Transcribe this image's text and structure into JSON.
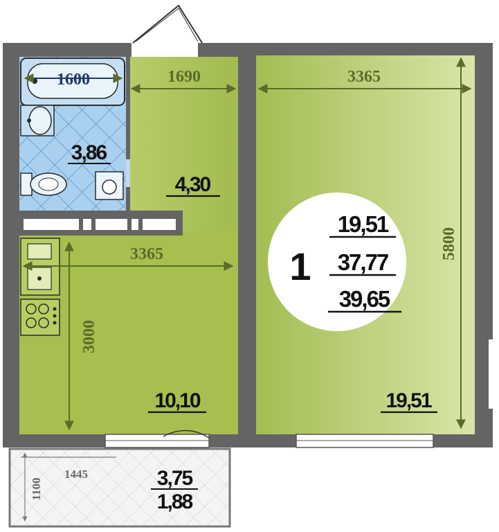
{
  "colors": {
    "wall": "#646464",
    "room_green": "#a8c05a",
    "room_green_light": "#c9d98a",
    "bath_blue": "#a9d1ef",
    "dimension": "#5a6b2b",
    "balcony": "#f2f2f2"
  },
  "icons": [
    "bathtub-icon",
    "sink-icon",
    "toilet-icon",
    "kitchen-sink-icon",
    "stove-icon",
    "door-swing-icon"
  ],
  "apartment": {
    "rooms_count": "1",
    "living_area": "19,51",
    "total_area": "37,77",
    "total_area_with_balcony": "39,65"
  },
  "rooms": {
    "bathroom_area": "3,86",
    "hallway_area": "4,30",
    "kitchen_area": "10,10",
    "living_room_area": "19,51",
    "balcony_area": "3,75",
    "balcony_area_reduced": "1,88"
  },
  "dimensions": {
    "bathtub": "1600",
    "hallway_width": "1690",
    "room_width": "3365",
    "kitchen_width": "3365",
    "room_length": "5800",
    "kitchen_length": "3000",
    "balcony_width": "1445",
    "balcony_depth": "1100"
  }
}
